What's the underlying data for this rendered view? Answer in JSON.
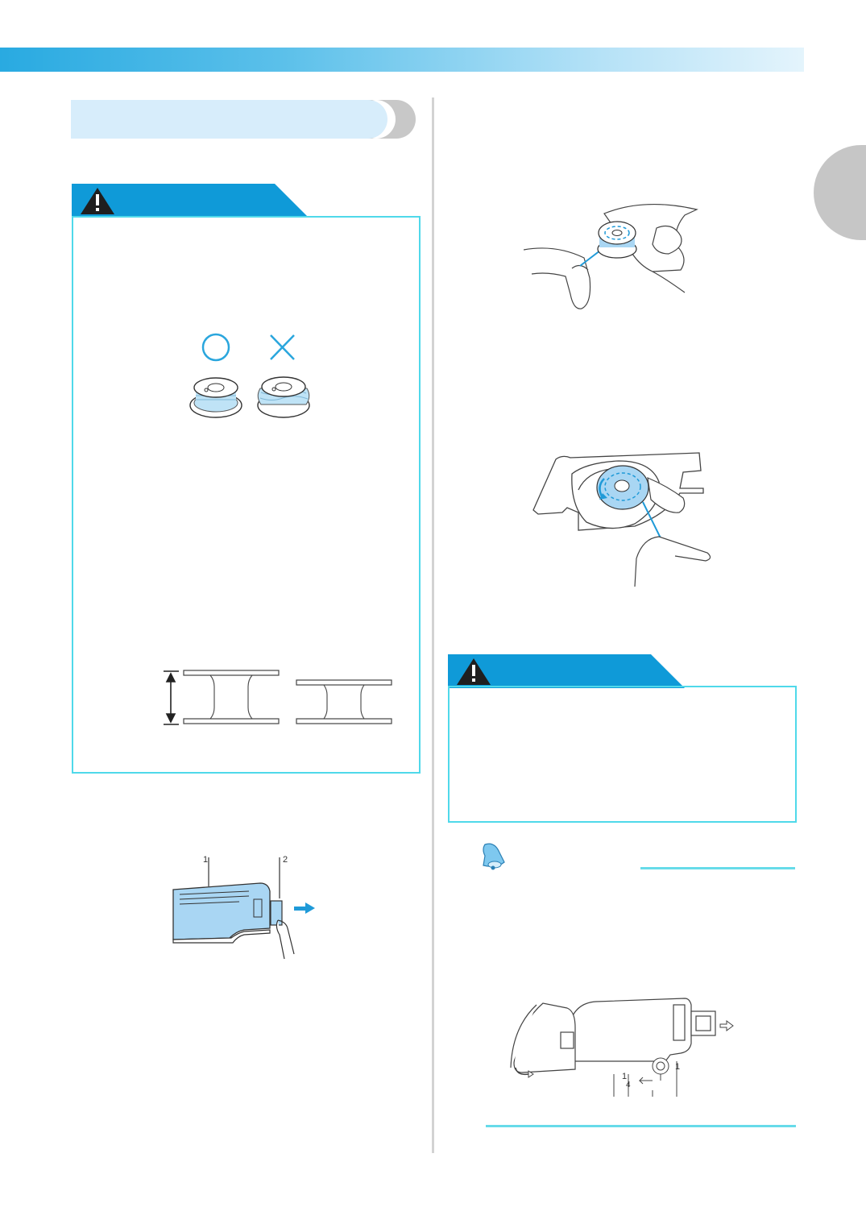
{
  "page": {
    "background": "#ffffff",
    "band_color": "#29aae1",
    "accent_cyan": "#4fd9ea",
    "caution_blue": "#0f9ad8"
  },
  "icons": {
    "warning": "warning-triangle-icon",
    "correct": "circle-mark-icon",
    "incorrect": "cross-mark-icon",
    "note": "bell-note-icon"
  },
  "figures": {
    "bobbin_cover_labels": [
      "1",
      "2"
    ],
    "bobbin_cover_release_diagram_labels": [
      "1",
      "4",
      "1"
    ]
  }
}
